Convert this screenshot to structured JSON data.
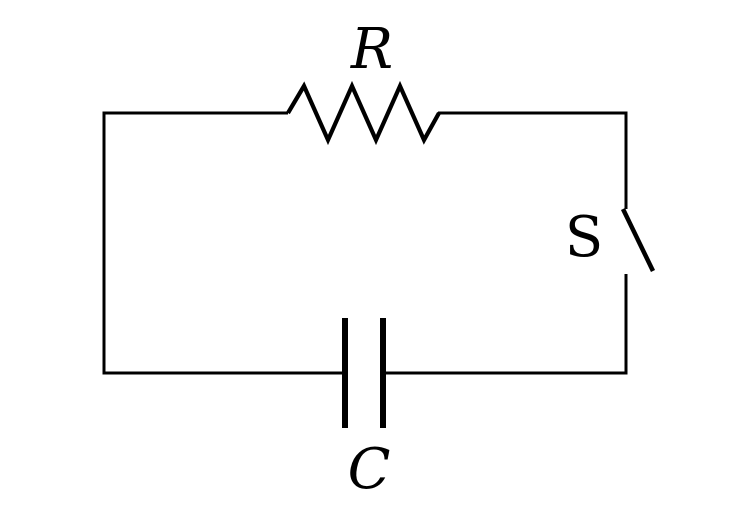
{
  "diagram": {
    "kind": "circuit-diagram",
    "background_color": "#ffffff",
    "stroke_color": "#000000",
    "components": {
      "resistor": {
        "label": "R",
        "symbol": "resistor-zigzag"
      },
      "capacitor": {
        "label": "C",
        "symbol": "capacitor-parallel-plates"
      },
      "switch": {
        "label": "S",
        "symbol": "switch-open"
      }
    }
  }
}
